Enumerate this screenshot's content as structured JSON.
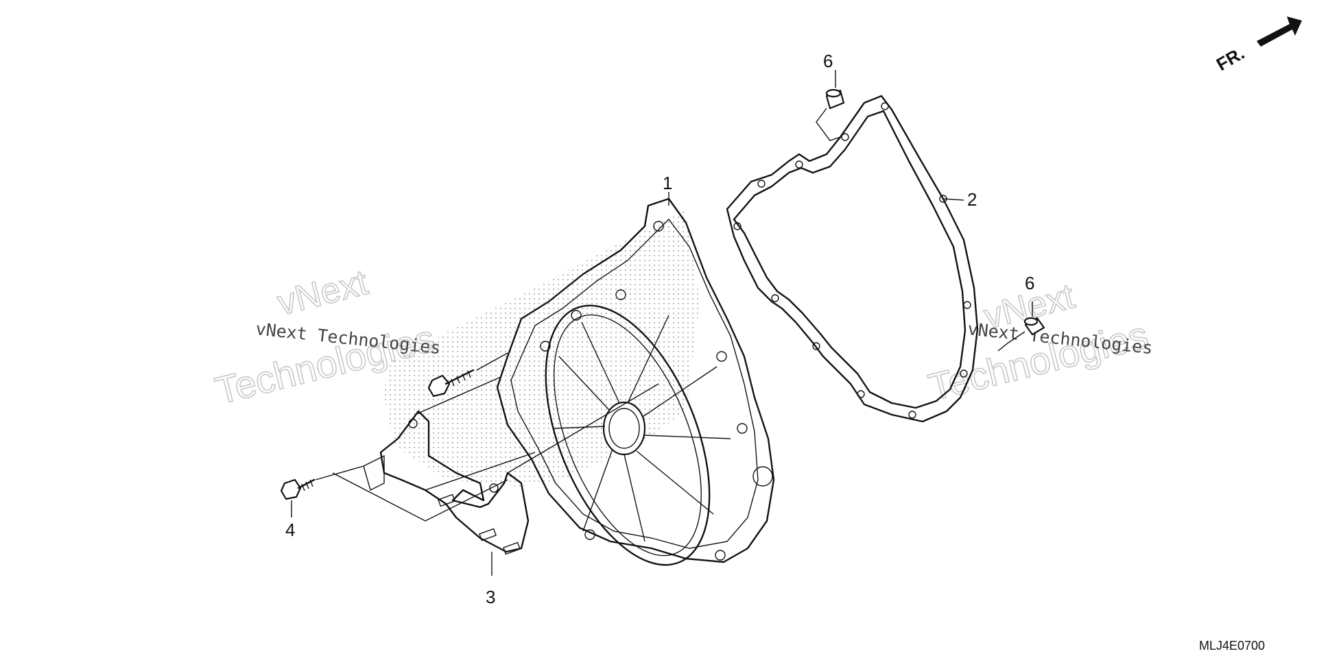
{
  "callouts": [
    "1",
    "2",
    "3",
    "4",
    "6",
    "6"
  ],
  "orientation": {
    "label": "FR."
  },
  "diagram_code": "MLJ4E0700",
  "watermark": {
    "line": "vNext Technologies",
    "word1": "vNext",
    "word2": "Technologies"
  }
}
